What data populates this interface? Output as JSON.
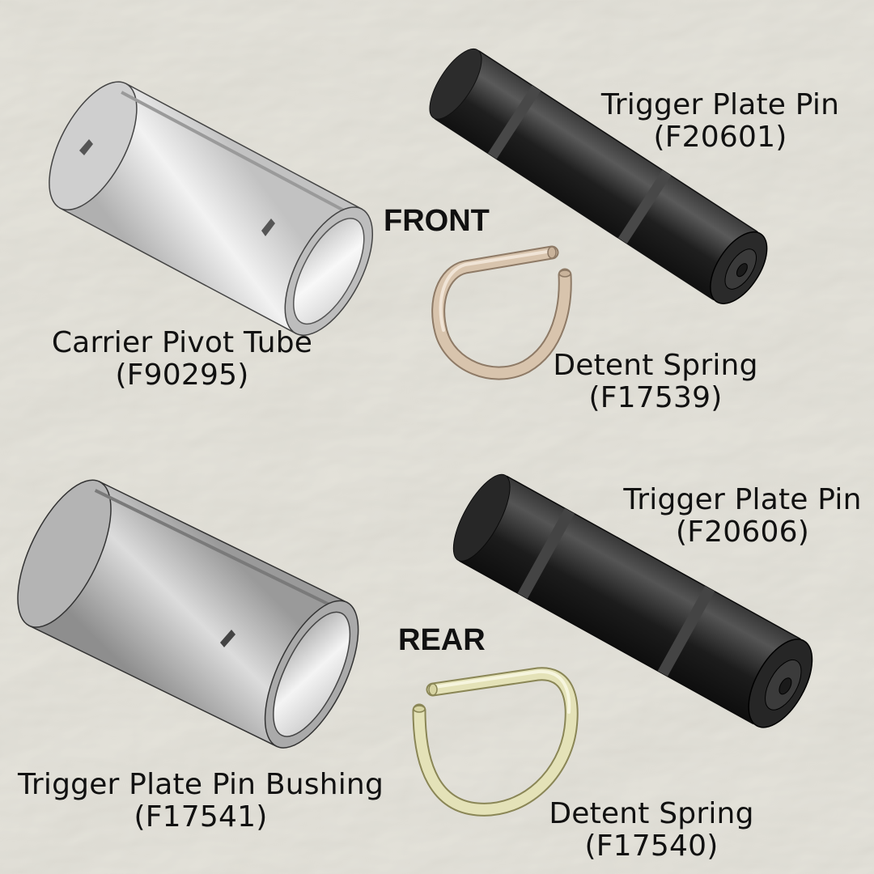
{
  "sections": {
    "front": "FRONT",
    "rear": "REAR"
  },
  "parts": {
    "carrier_pivot_tube": {
      "name": "Carrier Pivot Tube",
      "code": "(F90295)"
    },
    "trigger_plate_pin_front": {
      "name": "Trigger Plate Pin",
      "code": "(F20601)"
    },
    "detent_spring_front": {
      "name": "Detent Spring",
      "code": "(F17539)"
    },
    "trigger_plate_pin_bushing": {
      "name": "Trigger Plate Pin Bushing",
      "code": "(F17541)"
    },
    "trigger_plate_pin_rear": {
      "name": "Trigger Plate Pin",
      "code": "(F20606)"
    },
    "detent_spring_rear": {
      "name": "Detent Spring",
      "code": "(F17540)"
    }
  },
  "colors": {
    "background": "#e7e5dc",
    "tube_silver": "#d9d9d9",
    "pin_black": "#2a2a2a",
    "spring_front": "#d8c4ad",
    "spring_rear": "#e4e2b8",
    "text": "#111111"
  }
}
